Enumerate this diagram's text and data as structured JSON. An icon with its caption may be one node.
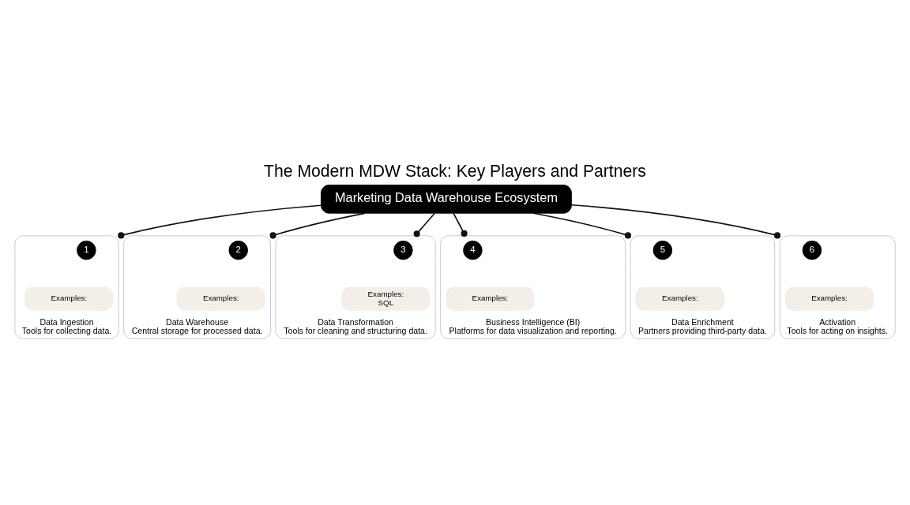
{
  "diagram": {
    "title": "The Modern MDW Stack: Key Players and Partners",
    "nodes": [
      {
        "text": [
          "Marketing Data Warehouse Ecosystem"
        ]
      },
      {
        "text": [
          "Data Ingestion",
          "Tools for collecting data."
        ]
      },
      {
        "text": [
          "1"
        ],
        "in": 1
      },
      {
        "text": [
          "Examples:"
        ],
        "in": 1
      },
      {
        "text": [
          "Data Warehouse",
          "Central storage for processed data."
        ]
      },
      {
        "text": [
          "2"
        ],
        "in": 4
      },
      {
        "text": [
          "Examples:"
        ],
        "in": 4
      },
      {
        "text": [
          "Data Transformation",
          "Tools for cleaning and structuring data."
        ]
      },
      {
        "text": [
          "3"
        ],
        "in": 7
      },
      {
        "text": [
          "Examples:",
          "SQL"
        ],
        "in": 7
      },
      {
        "text": [
          "Business Intelligence (BI)",
          "Platforms for data visualization and reporting."
        ]
      },
      {
        "text": [
          "4"
        ],
        "in": 10
      },
      {
        "text": [
          "Examples:"
        ],
        "in": 10
      },
      {
        "text": [
          "Data Enrichment",
          "Partners providing third-party data."
        ]
      },
      {
        "text": [
          "5"
        ],
        "in": 13
      },
      {
        "text": [
          "Examples:"
        ],
        "in": 13
      },
      {
        "text": [
          "Activation",
          "Tools for acting on insights."
        ]
      },
      {
        "text": [
          "6"
        ],
        "in": 16
      },
      {
        "text": [
          "Examples:"
        ],
        "in": 16
      }
    ],
    "edges": [
      {
        "from": 0,
        "to": 1,
        "arrow": "other"
      },
      {
        "from": 0,
        "to": 4,
        "arrow": "other"
      },
      {
        "from": 0,
        "to": 7,
        "arrow": "other"
      },
      {
        "from": 0,
        "to": 10,
        "arrow": "other"
      },
      {
        "from": 0,
        "to": 13,
        "arrow": "other"
      },
      {
        "from": 0,
        "to": 16,
        "arrow": "other"
      }
    ]
  }
}
